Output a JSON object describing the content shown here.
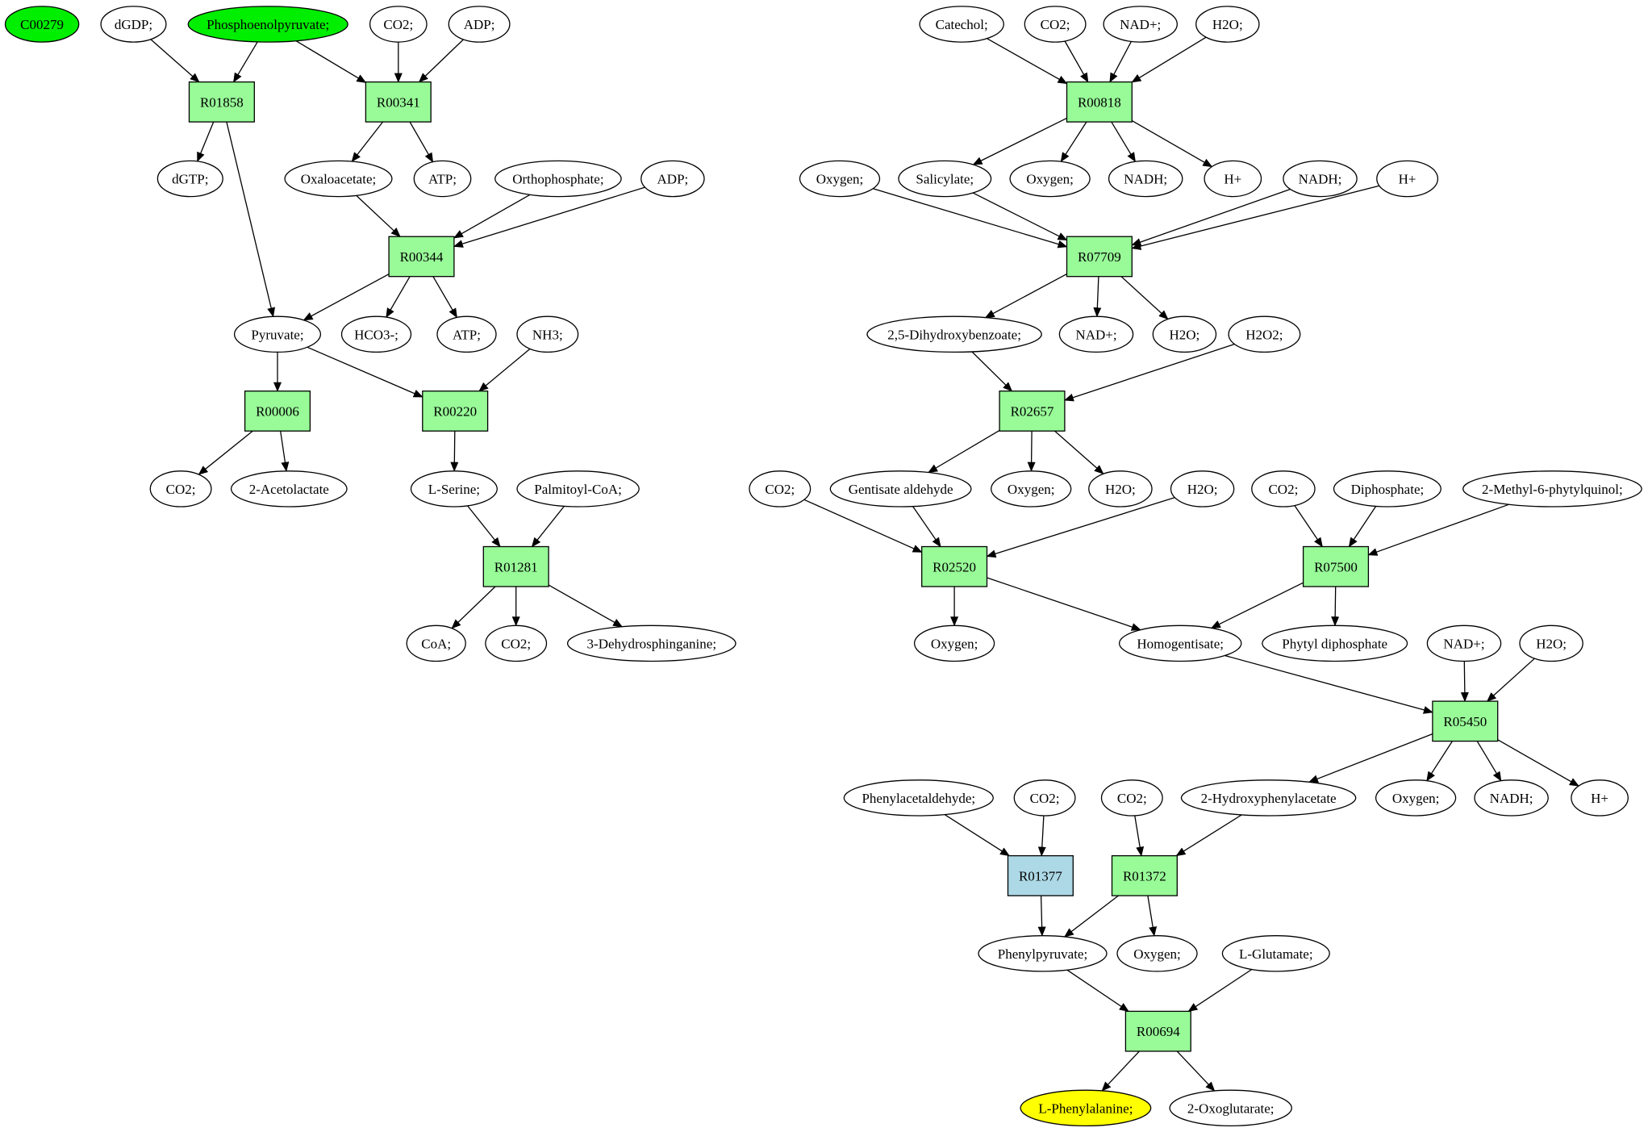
{
  "colors": {
    "compound_fill": "#ffffff",
    "source_fill": "#00ee00",
    "target_fill": "#ffff00",
    "reaction_fill": "#98fb98",
    "reaction_alt_fill": "#add8e6",
    "edge": "#000000"
  },
  "nodes": [
    {
      "id": "c_c00279",
      "label": "C00279",
      "kind": "compound",
      "role": "source"
    },
    {
      "id": "c_dgdp",
      "label": "dGDP;",
      "kind": "compound"
    },
    {
      "id": "c_pep",
      "label": "Phosphoenolpyruvate;",
      "kind": "compound",
      "role": "source"
    },
    {
      "id": "c_co2_a",
      "label": "CO2;",
      "kind": "compound"
    },
    {
      "id": "c_adp_a",
      "label": "ADP;",
      "kind": "compound"
    },
    {
      "id": "r_r01858",
      "label": "R01858",
      "kind": "reaction"
    },
    {
      "id": "r_r00341",
      "label": "R00341",
      "kind": "reaction"
    },
    {
      "id": "c_dgtp",
      "label": "dGTP;",
      "kind": "compound"
    },
    {
      "id": "c_oxaloacetate",
      "label": "Oxaloacetate;",
      "kind": "compound"
    },
    {
      "id": "c_atp_a",
      "label": "ATP;",
      "kind": "compound"
    },
    {
      "id": "c_orthophosphate",
      "label": "Orthophosphate;",
      "kind": "compound"
    },
    {
      "id": "c_adp_b",
      "label": "ADP;",
      "kind": "compound"
    },
    {
      "id": "r_r00344",
      "label": "R00344",
      "kind": "reaction"
    },
    {
      "id": "c_pyruvate",
      "label": "Pyruvate;",
      "kind": "compound"
    },
    {
      "id": "c_hco3",
      "label": "HCO3-;",
      "kind": "compound"
    },
    {
      "id": "c_atp_b",
      "label": "ATP;",
      "kind": "compound"
    },
    {
      "id": "c_nh3",
      "label": "NH3;",
      "kind": "compound"
    },
    {
      "id": "r_r00006",
      "label": "R00006",
      "kind": "reaction"
    },
    {
      "id": "r_r00220",
      "label": "R00220",
      "kind": "reaction"
    },
    {
      "id": "c_co2_b",
      "label": "CO2;",
      "kind": "compound"
    },
    {
      "id": "c_acetolactate",
      "label": "2-Acetolactate",
      "kind": "compound"
    },
    {
      "id": "c_lserine",
      "label": "L-Serine;",
      "kind": "compound"
    },
    {
      "id": "c_palmitoylcoa",
      "label": "Palmitoyl-CoA;",
      "kind": "compound"
    },
    {
      "id": "r_r01281",
      "label": "R01281",
      "kind": "reaction"
    },
    {
      "id": "c_coa",
      "label": "CoA;",
      "kind": "compound"
    },
    {
      "id": "c_co2_c",
      "label": "CO2;",
      "kind": "compound"
    },
    {
      "id": "c_dehydrosphinganine",
      "label": "3-Dehydrosphinganine;",
      "kind": "compound"
    },
    {
      "id": "c_catechol",
      "label": "Catechol;",
      "kind": "compound"
    },
    {
      "id": "c_co2_d",
      "label": "CO2;",
      "kind": "compound"
    },
    {
      "id": "c_nadplus_a",
      "label": "NAD+;",
      "kind": "compound"
    },
    {
      "id": "c_h2o_a",
      "label": "H2O;",
      "kind": "compound"
    },
    {
      "id": "r_r00818",
      "label": "R00818",
      "kind": "reaction"
    },
    {
      "id": "c_oxygen_a",
      "label": "Oxygen;",
      "kind": "compound"
    },
    {
      "id": "c_salicylate",
      "label": "Salicylate;",
      "kind": "compound"
    },
    {
      "id": "c_oxygen_b",
      "label": "Oxygen;",
      "kind": "compound"
    },
    {
      "id": "c_nadh_a",
      "label": "NADH;",
      "kind": "compound"
    },
    {
      "id": "c_hplus_a",
      "label": "H+",
      "kind": "compound"
    },
    {
      "id": "c_nadh_b",
      "label": "NADH;",
      "kind": "compound"
    },
    {
      "id": "c_hplus_b",
      "label": "H+",
      "kind": "compound"
    },
    {
      "id": "r_r07709",
      "label": "R07709",
      "kind": "reaction"
    },
    {
      "id": "c_dhb",
      "label": "2,5-Dihydroxybenzoate;",
      "kind": "compound"
    },
    {
      "id": "c_nadplus_b",
      "label": "NAD+;",
      "kind": "compound"
    },
    {
      "id": "c_h2o_b",
      "label": "H2O;",
      "kind": "compound"
    },
    {
      "id": "c_h2o2",
      "label": "H2O2;",
      "kind": "compound"
    },
    {
      "id": "r_r02657",
      "label": "R02657",
      "kind": "reaction"
    },
    {
      "id": "c_co2_e",
      "label": "CO2;",
      "kind": "compound"
    },
    {
      "id": "c_gentisate_aldehyde",
      "label": "Gentisate aldehyde",
      "kind": "compound"
    },
    {
      "id": "c_oxygen_c",
      "label": "Oxygen;",
      "kind": "compound"
    },
    {
      "id": "c_h2o_c",
      "label": "H2O;",
      "kind": "compound"
    },
    {
      "id": "c_h2o_d",
      "label": "H2O;",
      "kind": "compound"
    },
    {
      "id": "c_co2_f",
      "label": "CO2;",
      "kind": "compound"
    },
    {
      "id": "c_diphosphate",
      "label": "Diphosphate;",
      "kind": "compound"
    },
    {
      "id": "c_methylphytylquinol",
      "label": "2-Methyl-6-phytylquinol;",
      "kind": "compound"
    },
    {
      "id": "r_r02520",
      "label": "R02520",
      "kind": "reaction"
    },
    {
      "id": "r_r07500",
      "label": "R07500",
      "kind": "reaction"
    },
    {
      "id": "c_oxygen_d",
      "label": "Oxygen;",
      "kind": "compound"
    },
    {
      "id": "c_homogentisate",
      "label": "Homogentisate;",
      "kind": "compound"
    },
    {
      "id": "c_phytyl_diphosphate",
      "label": "Phytyl diphosphate",
      "kind": "compound"
    },
    {
      "id": "c_nadplus_c",
      "label": "NAD+;",
      "kind": "compound"
    },
    {
      "id": "c_h2o_e",
      "label": "H2O;",
      "kind": "compound"
    },
    {
      "id": "r_r05450",
      "label": "R05450",
      "kind": "reaction"
    },
    {
      "id": "c_phenylacetaldehyde",
      "label": "Phenylacetaldehyde;",
      "kind": "compound"
    },
    {
      "id": "c_co2_g",
      "label": "CO2;",
      "kind": "compound"
    },
    {
      "id": "c_co2_h",
      "label": "CO2;",
      "kind": "compound"
    },
    {
      "id": "c_hydroxyphenylacetate",
      "label": "2-Hydroxyphenylacetate",
      "kind": "compound"
    },
    {
      "id": "c_oxygen_e",
      "label": "Oxygen;",
      "kind": "compound"
    },
    {
      "id": "c_nadh_c",
      "label": "NADH;",
      "kind": "compound"
    },
    {
      "id": "c_hplus_c",
      "label": "H+",
      "kind": "compound"
    },
    {
      "id": "r_r01377",
      "label": "R01377",
      "kind": "reaction",
      "variant": "alt"
    },
    {
      "id": "r_r01372",
      "label": "R01372",
      "kind": "reaction"
    },
    {
      "id": "c_phenylpyruvate",
      "label": "Phenylpyruvate;",
      "kind": "compound"
    },
    {
      "id": "c_oxygen_f",
      "label": "Oxygen;",
      "kind": "compound"
    },
    {
      "id": "c_lglutamate",
      "label": "L-Glutamate;",
      "kind": "compound"
    },
    {
      "id": "r_r00694",
      "label": "R00694",
      "kind": "reaction"
    },
    {
      "id": "c_lphenylalanine",
      "label": "L-Phenylalanine;",
      "kind": "compound",
      "role": "target"
    },
    {
      "id": "c_oxoglutarate",
      "label": "2-Oxoglutarate;",
      "kind": "compound"
    }
  ],
  "edges": [
    [
      "c_dgdp",
      "r_r01858"
    ],
    [
      "c_pep",
      "r_r01858"
    ],
    [
      "r_r01858",
      "c_dgtp"
    ],
    [
      "r_r01858",
      "c_pyruvate"
    ],
    [
      "c_pep",
      "r_r00341"
    ],
    [
      "c_co2_a",
      "r_r00341"
    ],
    [
      "c_adp_a",
      "r_r00341"
    ],
    [
      "r_r00341",
      "c_oxaloacetate"
    ],
    [
      "r_r00341",
      "c_atp_a"
    ],
    [
      "c_oxaloacetate",
      "r_r00344"
    ],
    [
      "c_orthophosphate",
      "r_r00344"
    ],
    [
      "c_adp_b",
      "r_r00344"
    ],
    [
      "r_r00344",
      "c_pyruvate"
    ],
    [
      "r_r00344",
      "c_hco3"
    ],
    [
      "r_r00344",
      "c_atp_b"
    ],
    [
      "c_pyruvate",
      "r_r00006"
    ],
    [
      "r_r00006",
      "c_co2_b"
    ],
    [
      "r_r00006",
      "c_acetolactate"
    ],
    [
      "c_pyruvate",
      "r_r00220"
    ],
    [
      "c_nh3",
      "r_r00220"
    ],
    [
      "r_r00220",
      "c_lserine"
    ],
    [
      "c_lserine",
      "r_r01281"
    ],
    [
      "c_palmitoylcoa",
      "r_r01281"
    ],
    [
      "r_r01281",
      "c_coa"
    ],
    [
      "r_r01281",
      "c_co2_c"
    ],
    [
      "r_r01281",
      "c_dehydrosphinganine"
    ],
    [
      "c_catechol",
      "r_r00818"
    ],
    [
      "c_co2_d",
      "r_r00818"
    ],
    [
      "c_nadplus_a",
      "r_r00818"
    ],
    [
      "c_h2o_a",
      "r_r00818"
    ],
    [
      "r_r00818",
      "c_salicylate"
    ],
    [
      "r_r00818",
      "c_oxygen_b"
    ],
    [
      "r_r00818",
      "c_nadh_a"
    ],
    [
      "r_r00818",
      "c_hplus_a"
    ],
    [
      "c_oxygen_a",
      "r_r07709"
    ],
    [
      "c_salicylate",
      "r_r07709"
    ],
    [
      "c_nadh_b",
      "r_r07709"
    ],
    [
      "c_hplus_b",
      "r_r07709"
    ],
    [
      "r_r07709",
      "c_dhb"
    ],
    [
      "r_r07709",
      "c_nadplus_b"
    ],
    [
      "r_r07709",
      "c_h2o_b"
    ],
    [
      "c_dhb",
      "r_r02657"
    ],
    [
      "c_h2o2",
      "r_r02657"
    ],
    [
      "r_r02657",
      "c_gentisate_aldehyde"
    ],
    [
      "r_r02657",
      "c_oxygen_c"
    ],
    [
      "r_r02657",
      "c_h2o_c"
    ],
    [
      "c_co2_e",
      "r_r02520"
    ],
    [
      "c_gentisate_aldehyde",
      "r_r02520"
    ],
    [
      "c_h2o_d",
      "r_r02520"
    ],
    [
      "r_r02520",
      "c_oxygen_d"
    ],
    [
      "r_r02520",
      "c_homogentisate"
    ],
    [
      "c_co2_f",
      "r_r07500"
    ],
    [
      "c_diphosphate",
      "r_r07500"
    ],
    [
      "c_methylphytylquinol",
      "r_r07500"
    ],
    [
      "r_r07500",
      "c_homogentisate"
    ],
    [
      "r_r07500",
      "c_phytyl_diphosphate"
    ],
    [
      "c_homogentisate",
      "r_r05450"
    ],
    [
      "c_nadplus_c",
      "r_r05450"
    ],
    [
      "c_h2o_e",
      "r_r05450"
    ],
    [
      "r_r05450",
      "c_hydroxyphenylacetate"
    ],
    [
      "r_r05450",
      "c_oxygen_e"
    ],
    [
      "r_r05450",
      "c_nadh_c"
    ],
    [
      "r_r05450",
      "c_hplus_c"
    ],
    [
      "c_phenylacetaldehyde",
      "r_r01377"
    ],
    [
      "c_co2_g",
      "r_r01377"
    ],
    [
      "r_r01377",
      "c_phenylpyruvate"
    ],
    [
      "c_co2_h",
      "r_r01372"
    ],
    [
      "c_hydroxyphenylacetate",
      "r_r01372"
    ],
    [
      "r_r01372",
      "c_phenylpyruvate"
    ],
    [
      "r_r01372",
      "c_oxygen_f"
    ],
    [
      "c_phenylpyruvate",
      "r_r00694"
    ],
    [
      "c_lglutamate",
      "r_r00694"
    ],
    [
      "r_r00694",
      "c_lphenylalanine"
    ],
    [
      "r_r00694",
      "c_oxoglutarate"
    ]
  ]
}
